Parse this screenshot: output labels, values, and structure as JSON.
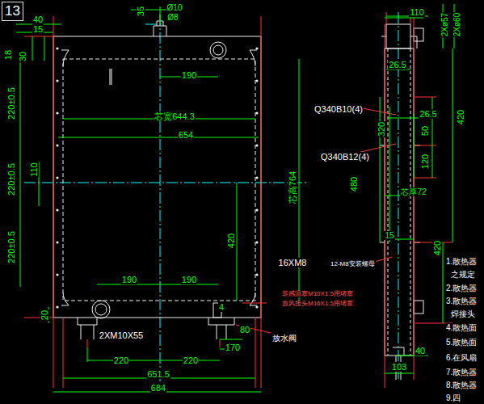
{
  "diagram": {
    "nodes": [
      {
        "text": [
          "13"
        ]
      }
    ],
    "labels": [
      "40",
      "15",
      "35",
      "Ø10",
      "Ø8",
      "18",
      "30",
      "190",
      "220±0.5",
      "芯宽644.3",
      "654",
      "110",
      "220±0.5",
      "芯高764",
      "220±0.5",
      "420",
      "16XM8",
      "190",
      "190",
      "20",
      "4",
      "2XM10X55",
      "80",
      "170",
      "220",
      "220",
      "651.5",
      "684",
      "放水阀",
      "装感温塞M10X1.5用堵塞",
      "放风接头M16X1.5用堵塞",
      "110",
      "2Xø57",
      "2Xø60",
      "26.5",
      "Q340B10(4)",
      "26.5",
      "320",
      "50",
      "Q340B12(4)",
      "120",
      "480",
      "芯厚72",
      "420",
      "15",
      "12-M8安装螺母",
      "420",
      "40",
      "103",
      "1.散热器",
      "之规定",
      "2.散热器",
      "3.散热器",
      "焊接头",
      "4.散热面",
      "5.散热面",
      "6.在风扇",
      "7.散热器",
      "8.散热器",
      "9.四"
    ]
  }
}
